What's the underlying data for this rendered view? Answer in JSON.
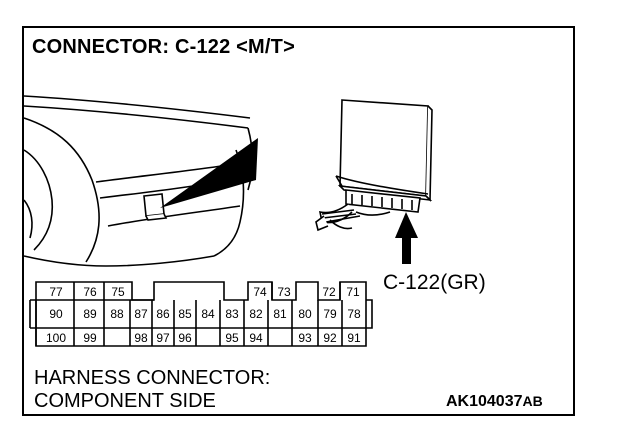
{
  "title": "CONNECTOR: C-122 <M/T>",
  "connector_label": "C-122(GR)",
  "harness_label_line1": "HARNESS CONNECTOR:",
  "harness_label_line2": "COMPONENT SIDE",
  "figure_code": "AK104037",
  "figure_code_suffix": "AB",
  "pins": {
    "row1": [
      "77",
      "76",
      "75",
      "74",
      "73",
      "72",
      "71"
    ],
    "row2": [
      "90",
      "89",
      "88",
      "87",
      "86",
      "85",
      "84",
      "83",
      "82",
      "81",
      "80",
      "79",
      "78"
    ],
    "row3": [
      "100",
      "99",
      "98",
      "97",
      "96",
      "95",
      "94",
      "93",
      "92",
      "91"
    ]
  }
}
